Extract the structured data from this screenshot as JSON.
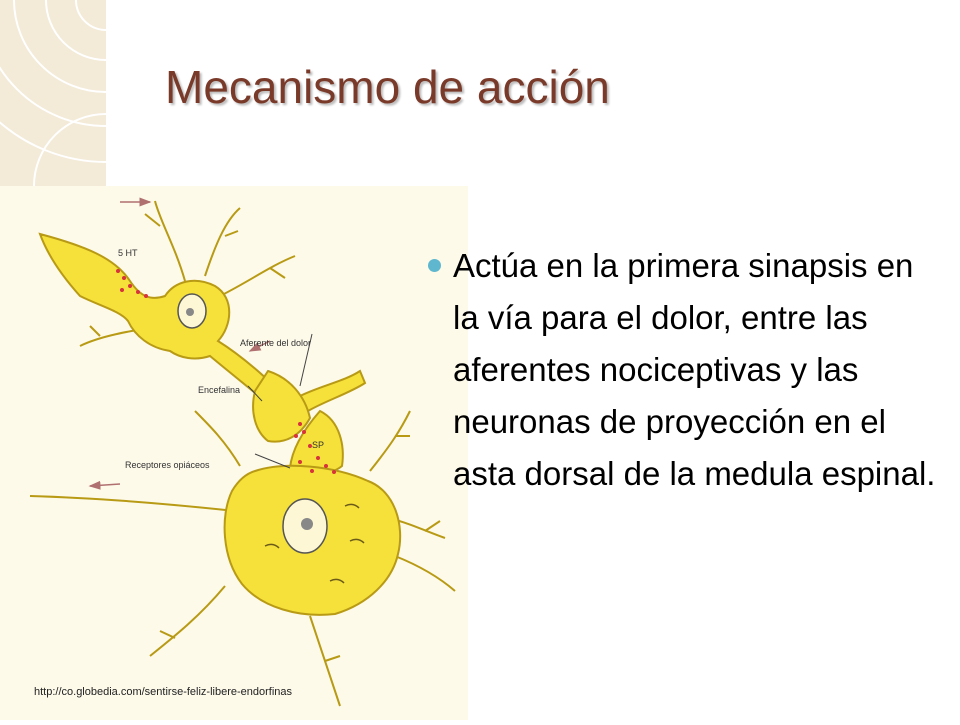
{
  "slide": {
    "title": "Mecanismo de acción",
    "bullets": [
      "Actúa en la primera sinapsis en la vía para el dolor, entre las aferentes nociceptivas y las neuronas de proyección en el asta dorsal de la medula espinal."
    ],
    "credit": "http://co.globedia.com/sentirse-feliz-libere-endorfinas"
  },
  "diagram": {
    "labels": {
      "serotonin": "5 HT",
      "pain_afferent": "Aferente del dolor",
      "enkephalin": "Encefalina",
      "substance_p": "SP",
      "opioid_receptors": "Receptores opiáceos"
    }
  },
  "colors": {
    "title": "#7a3a2a",
    "neuron_fill": "#f5e13a",
    "neuron_outline": "#b89a14",
    "bullet": "#5fb7cf",
    "corner": "#f3ead7",
    "synapse_dots": "#d8323a"
  }
}
